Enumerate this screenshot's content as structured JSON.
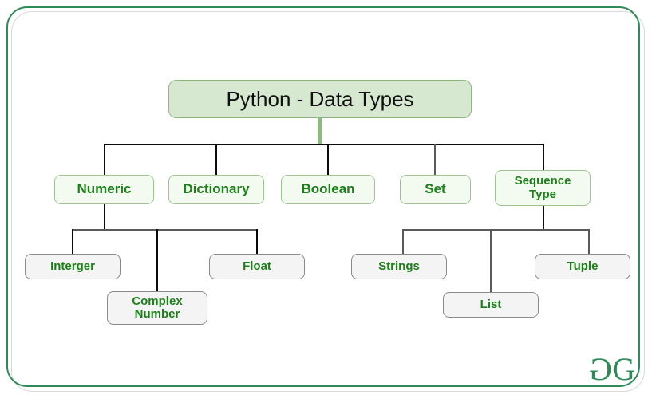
{
  "diagram": {
    "title": "Python - Data Types",
    "watermark": {
      "text": "GG",
      "first_letter": "G",
      "second_letter": "G"
    },
    "colors": {
      "frame_border": "#2e8b57",
      "root_fill": "#d6e9d0",
      "root_border": "#8bb880",
      "category_fill": "#f3fbf1",
      "category_border": "#9ec492",
      "leaf_fill": "#f4f4f4",
      "leaf_border": "#8a8a8a",
      "label_green": "#1a8017",
      "connector_black": "#0a0a0a",
      "connector_grey": "#5a5a5a",
      "connector_green": "#8cba80"
    },
    "root": {
      "label": "Python - Data Types"
    },
    "categories": [
      {
        "label": "Numeric"
      },
      {
        "label": "Dictionary"
      },
      {
        "label": "Boolean"
      },
      {
        "label": "Set"
      },
      {
        "label_line1": "Sequence",
        "label_line2": "Type"
      }
    ],
    "numeric_children": [
      {
        "label": "Interger"
      },
      {
        "label_line1": "Complex",
        "label_line2": "Number"
      },
      {
        "label": "Float"
      }
    ],
    "sequence_children": [
      {
        "label": "Strings"
      },
      {
        "label": "List"
      },
      {
        "label": "Tuple"
      }
    ]
  }
}
